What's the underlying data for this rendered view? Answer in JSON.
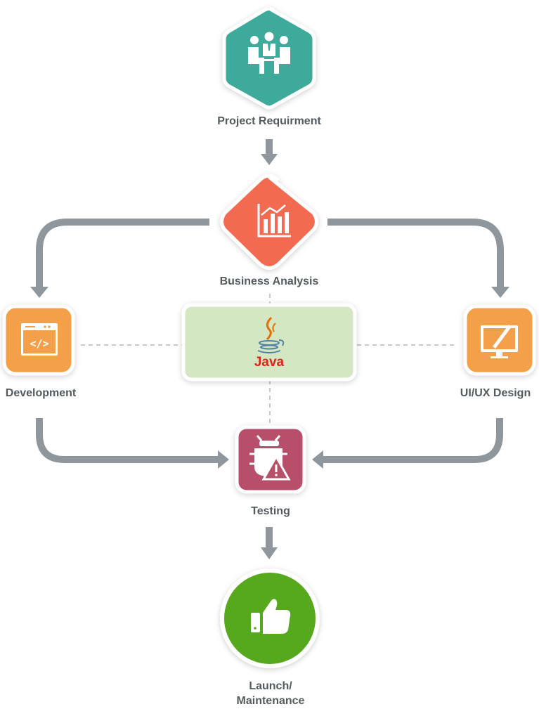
{
  "diagram": {
    "nodes": {
      "project_requirement": {
        "label": "Project Requirment",
        "color": "#3daa9b",
        "icon": "meeting-people-icon"
      },
      "business_analysis": {
        "label": "Business Analysis",
        "color": "#f26b4f",
        "icon": "bar-chart-icon"
      },
      "development": {
        "label": "Development",
        "color": "#f4a04a",
        "icon": "code-window-icon"
      },
      "uiux_design": {
        "label": "UI/UX Design",
        "color": "#f4a04a",
        "icon": "monitor-pen-icon"
      },
      "testing": {
        "label": "Testing",
        "color": "#b8506a",
        "icon": "bug-warning-icon"
      },
      "launch": {
        "label_line1": "Launch/",
        "label_line2": "Maintenance",
        "color": "#57a91f",
        "icon": "thumbs-up-icon"
      }
    },
    "center": {
      "logo_text": "Java",
      "background": "#d4e7c3",
      "icon": "java-logo-icon"
    },
    "connector_color": "#8f979c",
    "dashed_color": "#b5b5b5"
  }
}
